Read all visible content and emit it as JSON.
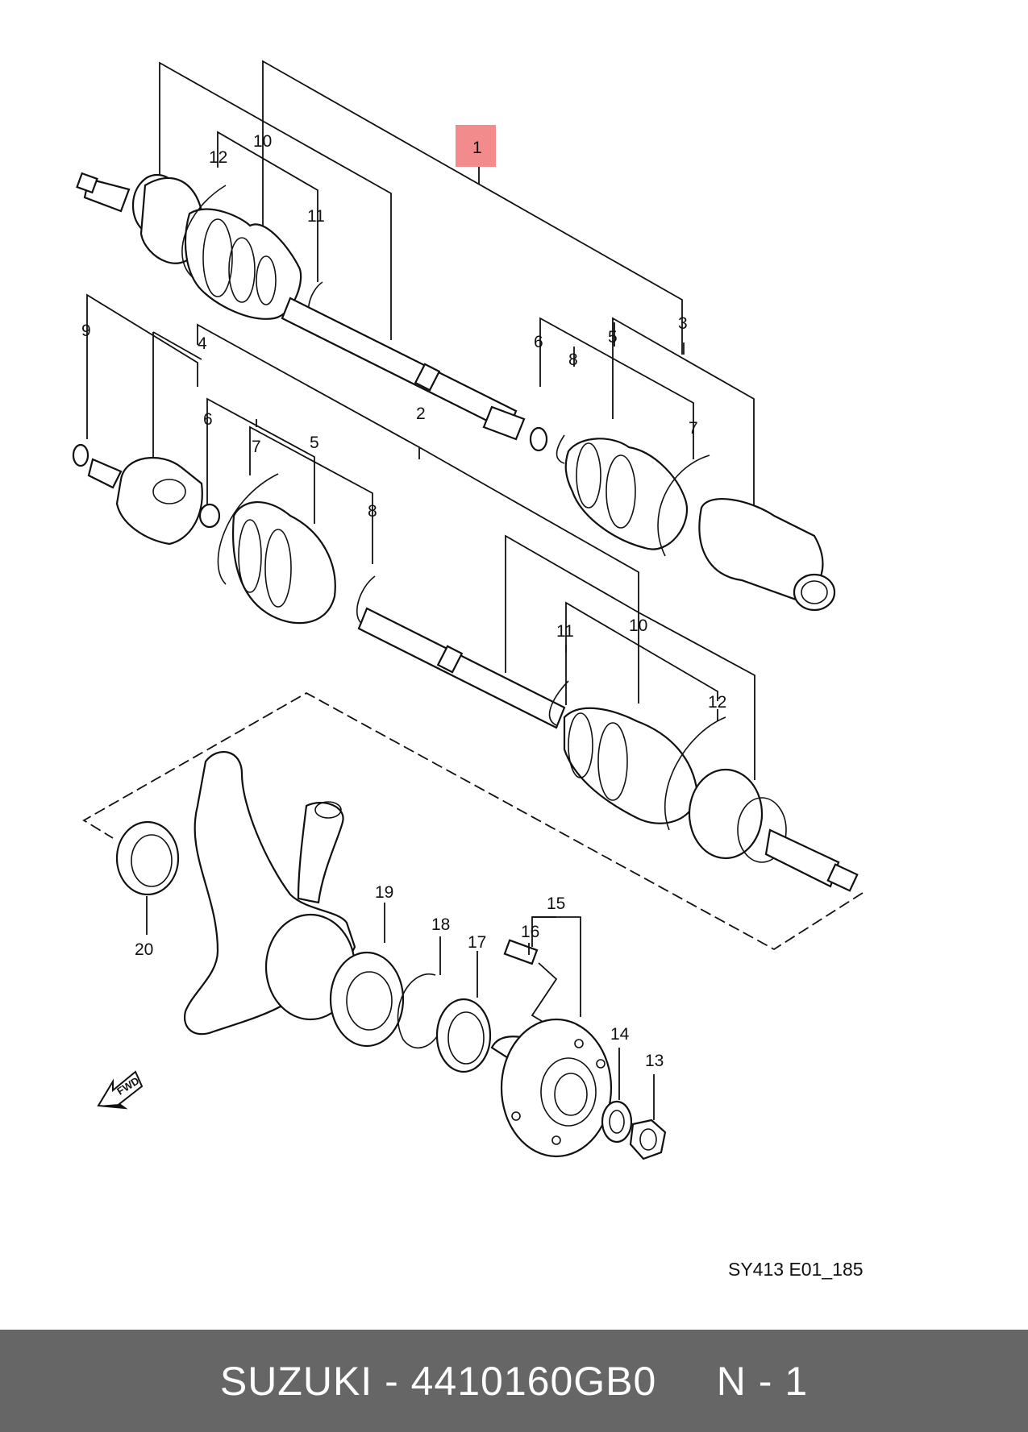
{
  "diagram": {
    "callouts": [
      {
        "id": "c1",
        "text": "1",
        "highlighted": true
      },
      {
        "id": "c2",
        "text": "2"
      },
      {
        "id": "c3",
        "text": "3"
      },
      {
        "id": "c4",
        "text": "4"
      },
      {
        "id": "c5a",
        "text": "5"
      },
      {
        "id": "c5b",
        "text": "5"
      },
      {
        "id": "c6a",
        "text": "6"
      },
      {
        "id": "c6b",
        "text": "6"
      },
      {
        "id": "c7a",
        "text": "7"
      },
      {
        "id": "c7b",
        "text": "7"
      },
      {
        "id": "c8a",
        "text": "8"
      },
      {
        "id": "c8b",
        "text": "8"
      },
      {
        "id": "c9",
        "text": "9"
      },
      {
        "id": "c10a",
        "text": "10"
      },
      {
        "id": "c10b",
        "text": "10"
      },
      {
        "id": "c11a",
        "text": "11"
      },
      {
        "id": "c11b",
        "text": "11"
      },
      {
        "id": "c12a",
        "text": "12"
      },
      {
        "id": "c12b",
        "text": "12"
      },
      {
        "id": "c13",
        "text": "13"
      },
      {
        "id": "c14",
        "text": "14"
      },
      {
        "id": "c15",
        "text": "15"
      },
      {
        "id": "c16",
        "text": "16"
      },
      {
        "id": "c17",
        "text": "17"
      },
      {
        "id": "c18",
        "text": "18"
      },
      {
        "id": "c19",
        "text": "19"
      },
      {
        "id": "c20",
        "text": "20"
      }
    ],
    "fwd_label": "FWD",
    "reference_code": "SY413 E01_185",
    "highlight_color": "#f28b8b"
  },
  "footer": {
    "text": "SUZUKI - 4410160GB0     N - 1",
    "background": "#666666",
    "text_color": "#ffffff"
  }
}
